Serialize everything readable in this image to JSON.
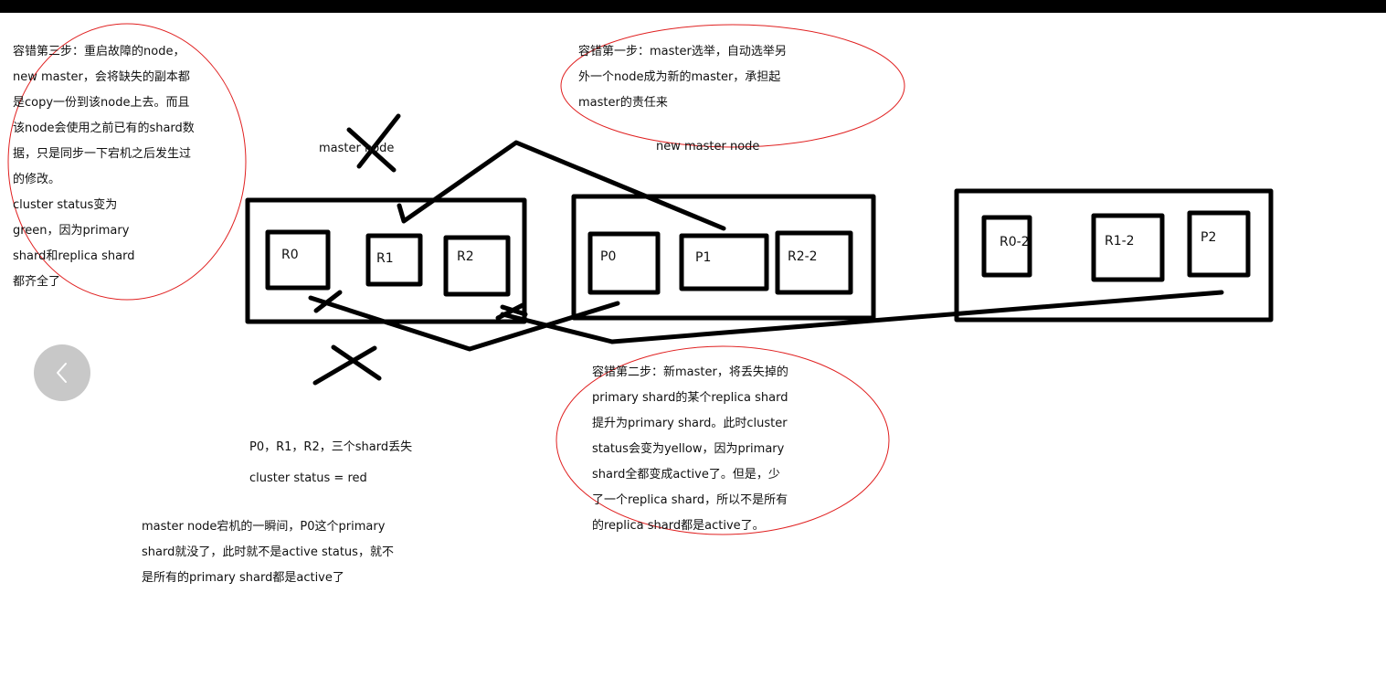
{
  "notes": {
    "step3": [
      "容错第三步：重启故障的node，",
      "new master，会将缺失的副本都",
      "是copy一份到该node上去。而且",
      "该node会使用之前已有的shard数",
      "据，只是同步一下宕机之后发生过",
      "的修改。",
      "cluster status变为",
      "green，因为primary",
      "shard和replica shard",
      "都齐全了"
    ],
    "step1": [
      "容错第一步：master选举，自动选举另",
      "外一个node成为新的master，承担起",
      "master的责任来"
    ],
    "step2": [
      "容错第二步：新master，将丢失掉的",
      "primary shard的某个replica shard",
      "提升为primary shard。此时cluster",
      "status会变为yellow，因为primary",
      "shard全都变成active了。但是，少",
      "了一个replica shard，所以不是所有",
      "的replica shard都是active了。"
    ],
    "lost": [
      "P0，R1，R2，三个shard丢失",
      "cluster status = red"
    ],
    "crash": [
      "master node宕机的一瞬间，P0这个primary",
      "shard就没了，此时就不是active status，就不",
      "是所有的primary shard都是active了"
    ]
  },
  "labels": {
    "master_node": "master node",
    "new_master_node": "new master node"
  },
  "nodes": {
    "node1": {
      "shards": [
        "R0",
        "R1",
        "R2"
      ]
    },
    "node2": {
      "shards": [
        "P0",
        "P1",
        "R2-2"
      ]
    },
    "node3": {
      "shards": [
        "R0-2",
        "R1-2",
        "P2"
      ]
    }
  },
  "nav": {
    "prev_icon": "chevron-left-icon"
  },
  "colors": {
    "ink": "#000000",
    "annotation_ellipse": "#e02020",
    "nav_button": "#c8c8c8"
  }
}
